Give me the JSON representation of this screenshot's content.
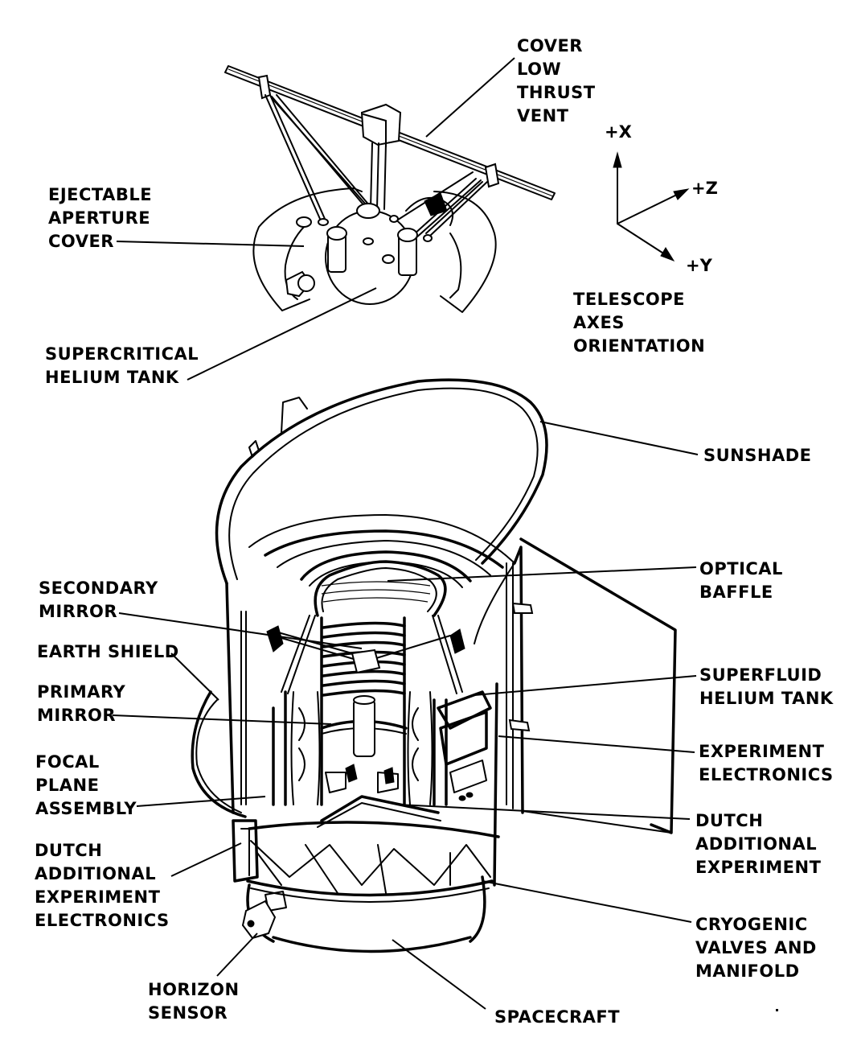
{
  "figure": {
    "title": "Telescope assembly cutaway diagram",
    "background": "#ffffff",
    "ink": "#000000"
  },
  "labels": [
    {
      "id": "cover-low-thrust-vent",
      "lines": [
        "COVER",
        "LOW",
        "THRUST",
        "VENT"
      ]
    },
    {
      "id": "ejectable-aperture-cover",
      "lines": [
        "EJECTABLE",
        "APERTURE",
        "COVER"
      ]
    },
    {
      "id": "supercritical-helium-tank",
      "lines": [
        "SUPERCRITICAL",
        "HELIUM TANK"
      ]
    },
    {
      "id": "telescope-axes-orientation",
      "lines": [
        "TELESCOPE",
        "AXES",
        "ORIENTATION"
      ]
    },
    {
      "id": "sunshade",
      "lines": [
        "SUNSHADE"
      ]
    },
    {
      "id": "optical-baffle",
      "lines": [
        "OPTICAL",
        "BAFFLE"
      ]
    },
    {
      "id": "secondary-mirror",
      "lines": [
        "SECONDARY",
        "MIRROR"
      ]
    },
    {
      "id": "earth-shield",
      "lines": [
        "EARTH SHIELD"
      ]
    },
    {
      "id": "superfluid-helium-tank",
      "lines": [
        "SUPERFLUID",
        "HELIUM TANK"
      ]
    },
    {
      "id": "primary-mirror",
      "lines": [
        "PRIMARY",
        "MIRROR"
      ]
    },
    {
      "id": "experiment-electronics",
      "lines": [
        "EXPERIMENT",
        "ELECTRONICS"
      ]
    },
    {
      "id": "focal-plane-assembly",
      "lines": [
        "FOCAL",
        "PLANE",
        "ASSEMBLY"
      ]
    },
    {
      "id": "dutch-additional-experiment",
      "lines": [
        "DUTCH",
        "ADDITIONAL",
        "EXPERIMENT"
      ]
    },
    {
      "id": "dutch-additional-experiment-electronics",
      "lines": [
        "DUTCH",
        "ADDITIONAL",
        "EXPERIMENT",
        "ELECTRONICS"
      ]
    },
    {
      "id": "cryogenic-valves-and-manifold",
      "lines": [
        "CRYOGENIC",
        "VALVES AND",
        "MANIFOLD"
      ]
    },
    {
      "id": "horizon-sensor",
      "lines": [
        "HORIZON",
        "SENSOR"
      ]
    },
    {
      "id": "spacecraft",
      "lines": [
        "SPACECRAFT"
      ]
    }
  ],
  "axes": {
    "x_label": "+X",
    "y_label": "+Y",
    "z_label": "+Z"
  }
}
